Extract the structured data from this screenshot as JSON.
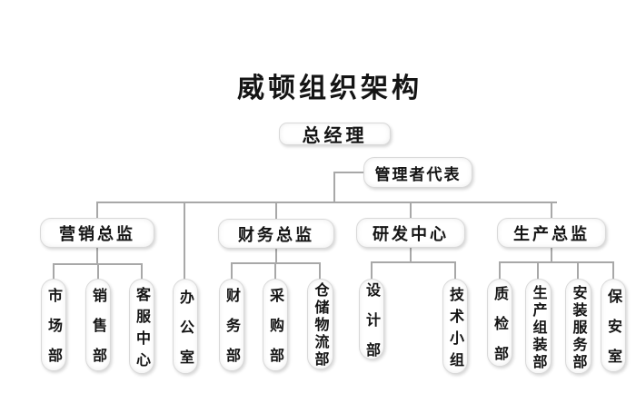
{
  "title": "威顿组织架构",
  "org": {
    "general_manager": "总经理",
    "management_representative": "管理者代表",
    "office": "办公室",
    "branches": [
      {
        "label": "营销总监",
        "children": [
          "市场部",
          "销售部",
          "客服中心"
        ]
      },
      {
        "label": "财务总监",
        "children": [
          "财务部",
          "采购部",
          "仓储物流部"
        ]
      },
      {
        "label": "研发中心",
        "children": [
          "设计部",
          "技术小组"
        ]
      },
      {
        "label": "生产总监",
        "children": [
          "质检部",
          "生产组装部",
          "安装服务部",
          "保安室"
        ]
      }
    ]
  },
  "colors": {
    "line": "#a8a8a8",
    "box-border": "#d9d9d9",
    "text": "#141414",
    "background": "#ffffff"
  }
}
